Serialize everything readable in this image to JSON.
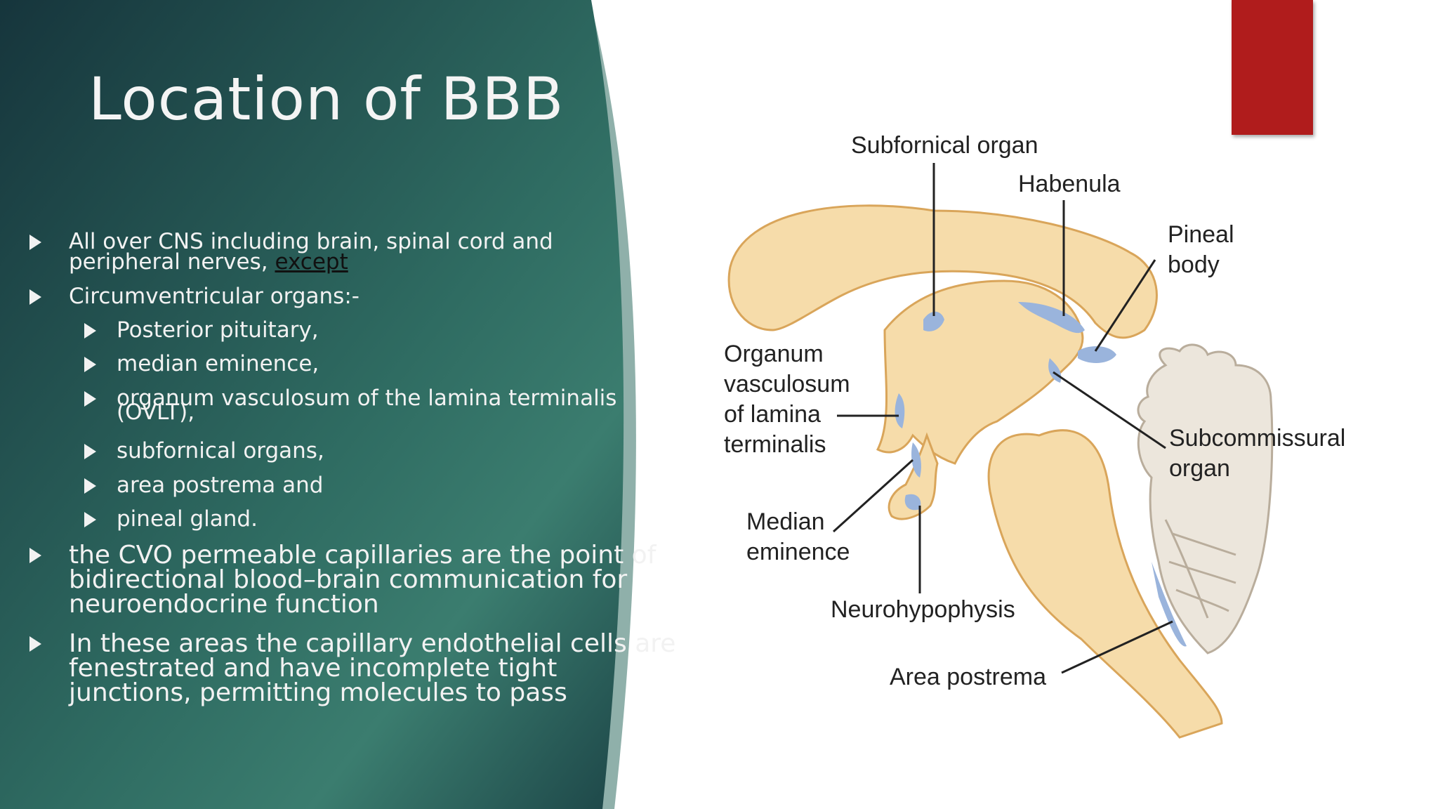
{
  "slide": {
    "title": "Location of BBB",
    "bullets": [
      {
        "line1": "All over CNS including brain, spinal cord and",
        "line2_prefix": "peripheral nerves, ",
        "line2_link": "except"
      },
      {
        "text": "Circumventricular organs:-"
      }
    ],
    "subbullets": [
      "Posterior pituitary,",
      "median eminence,",
      "organum vasculosum of the lamina terminalis",
      "(OVLT),",
      "subfornical organs,",
      "area postrema and",
      "pineal gland."
    ],
    "large_bullets": [
      {
        "lines": [
          "the CVO permeable capillaries are the point of",
          "bidirectional blood–brain communication for",
          "neuroendocrine function"
        ]
      },
      {
        "lines": [
          "In these areas the capillary endothelial cells are",
          "fenestrated and have incomplete tight",
          "junctions, permitting molecules to pass"
        ]
      }
    ]
  },
  "diagram": {
    "labels": {
      "subfornical": "Subfornical organ",
      "habenula": "Habenula",
      "pineal1": "Pineal",
      "pineal2": "body",
      "ovlt1": "Organum",
      "ovlt2": "vasculosum",
      "ovlt3": "of lamina",
      "ovlt4": "terminalis",
      "subcom1": "Subcommissural",
      "subcom2": "organ",
      "median1": "Median",
      "median2": "eminence",
      "neuro": "Neurohypophysis",
      "postrema": "Area postrema"
    }
  },
  "colors": {
    "panel_dark": "#17393f",
    "panel_light": "#3a7a6d",
    "accent_red": "#b01c1c",
    "brain_fill": "#f6dcaa",
    "brain_stroke": "#d9a55a",
    "cvo_blue": "#9ab4dc"
  }
}
